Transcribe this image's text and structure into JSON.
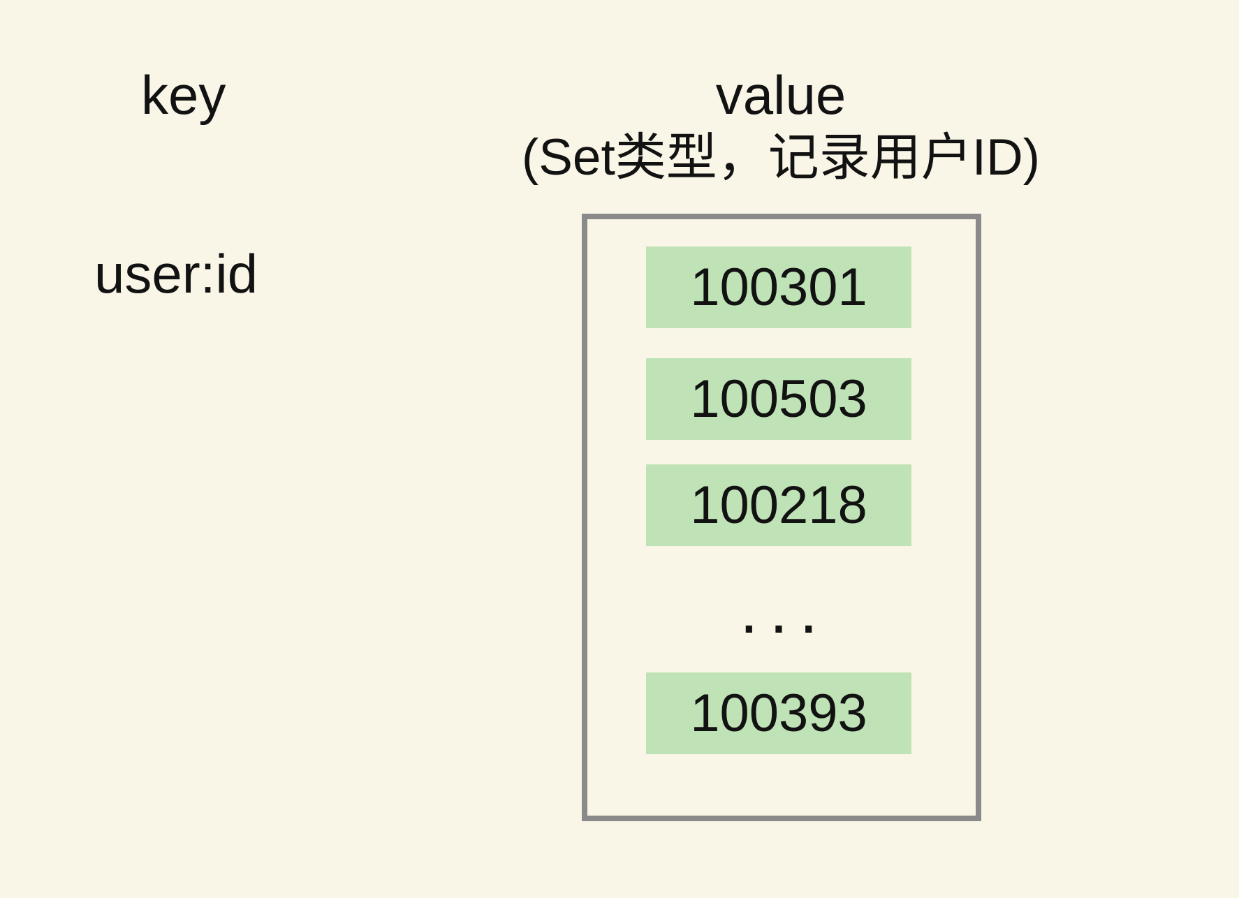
{
  "page": {
    "background_color": "#f9f6e7",
    "text_color": "#121212"
  },
  "key_column": {
    "header": "key",
    "item": "user:id"
  },
  "value_column": {
    "header": "value",
    "subtitle": "(Set类型，记录用户ID)",
    "set_box": {
      "border_color": "#8a8a8a",
      "member_background_color": "#bfe3b6",
      "members": [
        "100301",
        "100503",
        "100218",
        "100393"
      ],
      "ellipsis": "..."
    }
  }
}
